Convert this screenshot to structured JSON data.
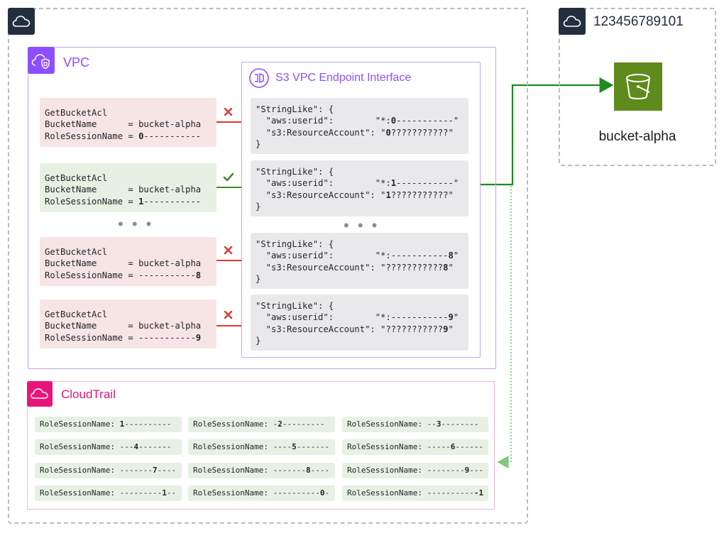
{
  "account": {
    "id": "123456789101"
  },
  "bucket": {
    "name": "bucket-alpha"
  },
  "vpc": {
    "title": "VPC"
  },
  "endpoint": {
    "title": "S3 VPC Endpoint Interface"
  },
  "cloudtrail": {
    "title": "CloudTrail"
  },
  "ellipsis": "• • •",
  "requests": [
    {
      "action": "GetBucketAcl",
      "bucket_key": "BucketName      = ",
      "bucket_val": "bucket-alpha",
      "role_key": "RoleSessionName = ",
      "role_pre": "",
      "role_bold": "0",
      "role_post": "-----------",
      "verdict": "deny"
    },
    {
      "action": "GetBucketAcl",
      "bucket_key": "BucketName      = ",
      "bucket_val": "bucket-alpha",
      "role_key": "RoleSessionName = ",
      "role_pre": "",
      "role_bold": "1",
      "role_post": "-----------",
      "verdict": "allow"
    },
    {
      "action": "GetBucketAcl",
      "bucket_key": "BucketName      = ",
      "bucket_val": "bucket-alpha",
      "role_key": "RoleSessionName = ",
      "role_pre": "-----------",
      "role_bold": "8",
      "role_post": "",
      "verdict": "deny"
    },
    {
      "action": "GetBucketAcl",
      "bucket_key": "BucketName      = ",
      "bucket_val": "bucket-alpha",
      "role_key": "RoleSessionName = ",
      "role_pre": "-----------",
      "role_bold": "9",
      "role_post": "",
      "verdict": "deny"
    }
  ],
  "policies": [
    {
      "open": "\"StringLike\": {",
      "uid_key": "  \"aws:userid\":        \"*:",
      "uid_pre": "",
      "uid_bold": "0",
      "uid_post": "-----------\"",
      "acct_key": "  \"s3:ResourceAccount\": \"",
      "acct_pre": "",
      "acct_bold": "0",
      "acct_post": "???????????\"",
      "close": "}"
    },
    {
      "open": "\"StringLike\": {",
      "uid_key": "  \"aws:userid\":        \"*:",
      "uid_pre": "",
      "uid_bold": "1",
      "uid_post": "-----------\"",
      "acct_key": "  \"s3:ResourceAccount\": \"",
      "acct_pre": "",
      "acct_bold": "1",
      "acct_post": "???????????\"",
      "close": "}"
    },
    {
      "open": "\"StringLike\": {",
      "uid_key": "  \"aws:userid\":        \"*:",
      "uid_pre": "-----------",
      "uid_bold": "8",
      "uid_post": "\"",
      "acct_key": "  \"s3:ResourceAccount\": \"",
      "acct_pre": "???????????",
      "acct_bold": "8",
      "acct_post": "\"",
      "close": "}"
    },
    {
      "open": "\"StringLike\": {",
      "uid_key": "  \"aws:userid\":        \"*:",
      "uid_pre": "-----------",
      "uid_bold": "9",
      "uid_post": "\"",
      "acct_key": "  \"s3:ResourceAccount\": \"",
      "acct_pre": "???????????",
      "acct_bold": "9",
      "acct_post": "\"",
      "close": "}"
    }
  ],
  "logs": [
    {
      "key": "RoleSessionName: ",
      "pre": "",
      "bold": "1",
      "post": "----------"
    },
    {
      "key": "RoleSessionName: ",
      "pre": "-",
      "bold": "2",
      "post": "---------"
    },
    {
      "key": "RoleSessionName: ",
      "pre": "--",
      "bold": "3",
      "post": "--------"
    },
    {
      "key": "RoleSessionName: ",
      "pre": "---",
      "bold": "4",
      "post": "-------"
    },
    {
      "key": "RoleSessionName: ",
      "pre": "----",
      "bold": "5",
      "post": "-------"
    },
    {
      "key": "RoleSessionName: ",
      "pre": "-----",
      "bold": "6",
      "post": "------"
    },
    {
      "key": "RoleSessionName: ",
      "pre": "-------",
      "bold": "7",
      "post": "----"
    },
    {
      "key": "RoleSessionName: ",
      "pre": "-------",
      "bold": "8",
      "post": "----"
    },
    {
      "key": "RoleSessionName: ",
      "pre": "--------",
      "bold": "9",
      "post": "---"
    },
    {
      "key": "RoleSessionName: ",
      "pre": "---------",
      "bold": "1",
      "post": "--"
    },
    {
      "key": "RoleSessionName: ",
      "pre": "----------",
      "bold": "0",
      "post": "-"
    },
    {
      "key": "RoleSessionName: ",
      "pre": "----------",
      "bold": "-1",
      "post": ""
    }
  ],
  "colors": {
    "deny": "#e0352b",
    "allow": "#3b8a2e",
    "flow": "#1f8a1f",
    "log_flow": "#7fc97f",
    "bucket": "#5f8a1c"
  }
}
